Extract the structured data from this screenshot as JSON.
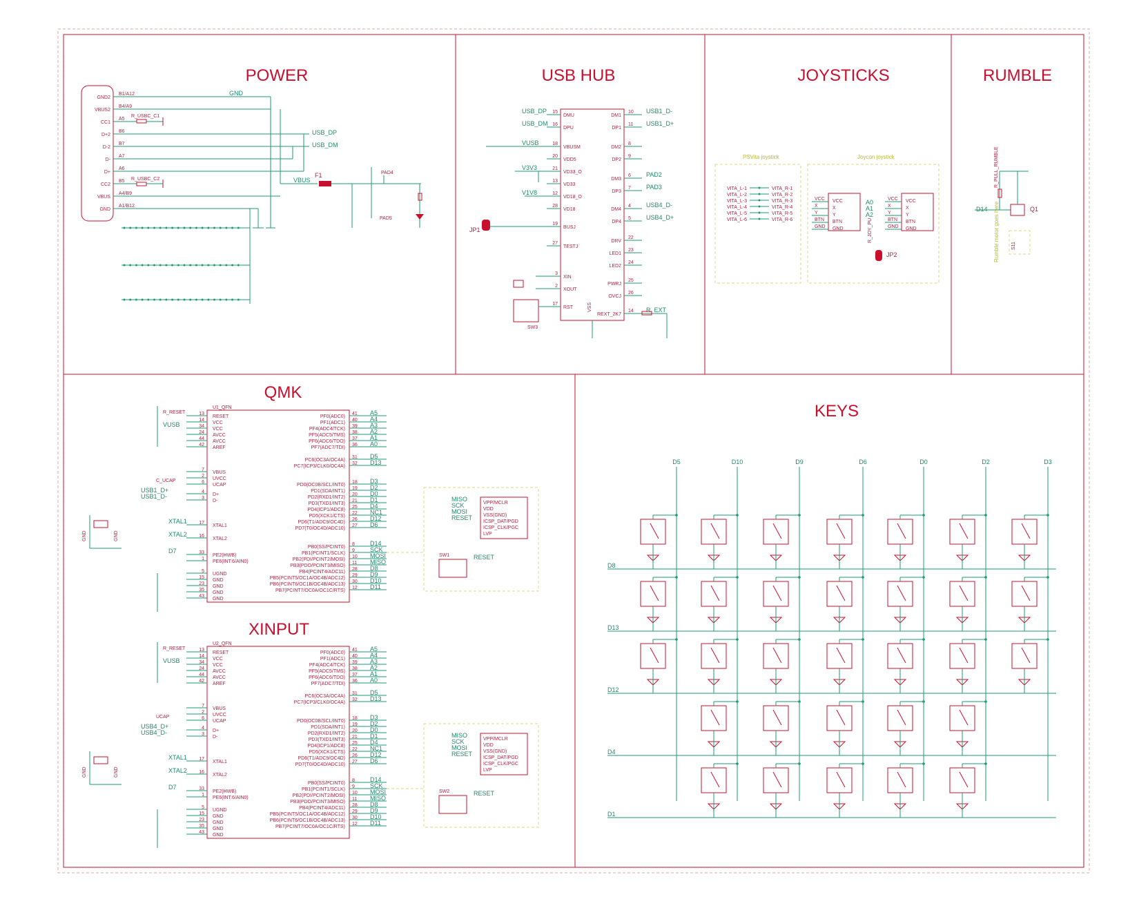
{
  "sections": {
    "power": "POWER",
    "usb_hub": "USB HUB",
    "joysticks": "JOYSTICKS",
    "rumble": "RUMBLE",
    "qmk": "QMK",
    "xinput": "XINPUT",
    "keys": "KEYS"
  },
  "power": {
    "connector_pins": [
      "GND2",
      "VBUS2",
      "CC1",
      "D+2",
      "D-2",
      "D-",
      "D+",
      "CC2",
      "VBUS",
      "GND"
    ],
    "connector_pads": [
      "B1/A12",
      "B4/A9",
      "A5",
      "B6",
      "B7",
      "A7",
      "A6",
      "B5",
      "A4/B9",
      "A1/B12"
    ],
    "nets": {
      "gnd": "GND",
      "usb_dp": "USB_DP",
      "usb_dm": "USB_DM",
      "vbus": "VBUS"
    },
    "fuse": "F1",
    "pad4": "PAD4",
    "pad5": "PAD5",
    "r_usbc_c1": "R_USBC_C1",
    "r_usbc_c2": "R_USBC_C2"
  },
  "usb_hub": {
    "left_pins": [
      {
        "num": "15",
        "name": "DMU",
        "net": "USB_DP"
      },
      {
        "num": "16",
        "name": "DPU",
        "net": "USB_DM"
      },
      {
        "num": "18",
        "name": "VBUSM",
        "net": "VUSB"
      },
      {
        "num": "20",
        "name": "VDD5",
        "net": ""
      },
      {
        "num": "21",
        "name": "VD33_O",
        "net": "V3V3"
      },
      {
        "num": "13",
        "name": "VD33",
        "net": ""
      },
      {
        "num": "12",
        "name": "VD18_O",
        "net": "V1V8"
      },
      {
        "num": "28",
        "name": "VD18",
        "net": ""
      },
      {
        "num": "19",
        "name": "BUSJ",
        "net": ""
      },
      {
        "num": "27",
        "name": "TESTJ",
        "net": ""
      },
      {
        "num": "3",
        "name": "XIN",
        "net": ""
      },
      {
        "num": "2",
        "name": "XOUT",
        "net": ""
      },
      {
        "num": "17",
        "name": "RST",
        "net": ""
      }
    ],
    "right_pins": [
      {
        "num": "10",
        "name": "DM1",
        "net": "USB1_D-"
      },
      {
        "num": "11",
        "name": "DP1",
        "net": "USB1_D+"
      },
      {
        "num": "8",
        "name": "DM2",
        "net": ""
      },
      {
        "num": "9",
        "name": "DP2",
        "net": ""
      },
      {
        "num": "6",
        "name": "DM3",
        "net": "PAD2"
      },
      {
        "num": "7",
        "name": "DP3",
        "net": "PAD3"
      },
      {
        "num": "4",
        "name": "DM4",
        "net": "USB4_D-"
      },
      {
        "num": "5",
        "name": "DP4",
        "net": "USB4_D+"
      },
      {
        "num": "22",
        "name": "DRV",
        "net": ""
      },
      {
        "num": "23",
        "name": "LED1",
        "net": ""
      },
      {
        "num": "24",
        "name": "LED2",
        "net": ""
      },
      {
        "num": "25",
        "name": "PWRJ",
        "net": ""
      },
      {
        "num": "26",
        "name": "OVCJ",
        "net": ""
      },
      {
        "num": "14",
        "name": "REXT_2K7",
        "net": "R_EXT"
      }
    ],
    "vss": "VSS",
    "jp1": "JP1",
    "sw3": "SW3"
  },
  "joysticks": {
    "psvita_label": "PSVita joystick",
    "joycon_label": "Joycon joystick",
    "vita_left": [
      "VITA_L-1",
      "VITA_L-2",
      "VITA_L-3",
      "VITA_L-4",
      "VITA_L-5",
      "VITA_L-6"
    ],
    "vita_right": [
      "VITA_R-1",
      "VITA_R-2",
      "VITA_R-3",
      "VITA_R-4",
      "VITA_R-5",
      "VITA_R-6"
    ],
    "joy_pins": [
      "VCC",
      "X",
      "Y",
      "BTN",
      "GND"
    ],
    "nets": [
      "A0",
      "A1",
      "A2"
    ],
    "jp2": "JP2",
    "r_joy_pu": "R_JOY_PU"
  },
  "rumble": {
    "q1": "Q1",
    "d14": "D14",
    "r_pull": "R_PULL_RUMBLE",
    "s11": "S11",
    "note": "Rumble motor goes here"
  },
  "mcu": {
    "chip_qmk": "U1_QFN",
    "chip_xin": "U2_QFN",
    "left_pins": [
      {
        "num": "13",
        "name": "RESET"
      },
      {
        "num": "14",
        "name": "VCC"
      },
      {
        "num": "34",
        "name": "VCC"
      },
      {
        "num": "24",
        "name": "AVCC"
      },
      {
        "num": "44",
        "name": "AVCC"
      },
      {
        "num": "42",
        "name": "AREF"
      },
      {
        "num": "7",
        "name": "VBUS"
      },
      {
        "num": "2",
        "name": "UVCC"
      },
      {
        "num": "6",
        "name": "UCAP"
      },
      {
        "num": "4",
        "name": "D+"
      },
      {
        "num": "3",
        "name": "D-"
      },
      {
        "num": "17",
        "name": "XTAL1"
      },
      {
        "num": "16",
        "name": "XTAL2"
      },
      {
        "num": "33",
        "name": "PE2(HWB)"
      },
      {
        "num": "1",
        "name": "PE6(INT.6/AIN0)"
      },
      {
        "num": "5",
        "name": "UGND"
      },
      {
        "num": "15",
        "name": "GND"
      },
      {
        "num": "23",
        "name": "GND"
      },
      {
        "num": "35",
        "name": "GND"
      },
      {
        "num": "43",
        "name": "GND"
      }
    ],
    "right_pins": [
      {
        "num": "41",
        "name": "PF0(ADC0)",
        "net": "A5"
      },
      {
        "num": "40",
        "name": "PF1(ADC1)",
        "net": "A4"
      },
      {
        "num": "39",
        "name": "PF4(ADC4/TCK)",
        "net": "A3"
      },
      {
        "num": "38",
        "name": "PF5(ADC5/TMS)",
        "net": "A2"
      },
      {
        "num": "37",
        "name": "PF6(ADC6/TDO)",
        "net": "A1"
      },
      {
        "num": "36",
        "name": "PF7(ADC7/TDI)",
        "net": "A0"
      },
      {
        "num": "31",
        "name": "PC6(OC3A/OC4A)",
        "net": "D5"
      },
      {
        "num": "32",
        "name": "PC7(ICP3/CLK0/OC4A)",
        "net": "D13"
      },
      {
        "num": "18",
        "name": "PD0(OC0B/SCL/INT0)",
        "net": "D3"
      },
      {
        "num": "19",
        "name": "PD1(SDA/INT1)",
        "net": "D2"
      },
      {
        "num": "20",
        "name": "PD2(RXD1/INT2)",
        "net": "D0"
      },
      {
        "num": "21",
        "name": "PD3(TXD1/INT3)",
        "net": "D1"
      },
      {
        "num": "25",
        "name": "PD4(ICP1/ADC8)",
        "net": "D4"
      },
      {
        "num": "22",
        "name": "PD5(XCK1/CTS)",
        "net": "NC1"
      },
      {
        "num": "26",
        "name": "PD6(T1/ADC9/OC4D)",
        "net": "D12"
      },
      {
        "num": "27",
        "name": "PD7(T0/OC4D/ADC10)",
        "net": "D6"
      },
      {
        "num": "8",
        "name": "PB0(SS/PCINT0)",
        "net": "D14"
      },
      {
        "num": "9",
        "name": "PB1(PCINT1/SCLK)",
        "net": "SCK"
      },
      {
        "num": "10",
        "name": "PB2(PDI/PCINT2/MOSI)",
        "net": "MOSI"
      },
      {
        "num": "11",
        "name": "PB3(PDO/PCINT3/MISO)",
        "net": "MISO"
      },
      {
        "num": "28",
        "name": "PB4(PCINT4/ADC11)",
        "net": "D8"
      },
      {
        "num": "29",
        "name": "PB5(PCINT5/OC1A/OC4B/ADC12)",
        "net": "D9"
      },
      {
        "num": "30",
        "name": "PB6(PCINT6/OC1B/OC4B/ADC13)",
        "net": "D10"
      },
      {
        "num": "12",
        "name": "PB7(PCINT7/OC0A/OC1C/RTS)",
        "net": "D11"
      }
    ],
    "left_nets_qmk": {
      "reset": "R_RESET",
      "vusb": "VUSB",
      "ucap": "C_UCAP",
      "dp": "USB1_D+",
      "dm": "USB1_D-",
      "xtal1": "XTAL1",
      "xtal2": "XTAL2",
      "d7": "D7",
      "gnd": "GND"
    },
    "left_nets_xin": {
      "reset": "R_RESET",
      "vusb": "VUSB",
      "ucap": "UCAP",
      "dp": "USB4_D+",
      "dm": "USB4_D-",
      "xtal1": "XTAL1",
      "xtal2": "XTAL2",
      "d7": "D7",
      "gnd": "GND"
    },
    "icsp_pins": [
      "VPP/MCLR",
      "VDD",
      "VSS(GND)",
      "ICSP_DAT/PGD",
      "ICSP_CLK/PGC",
      "LVP"
    ],
    "icsp_nets": [
      "MISO",
      "SCK",
      "MOSI",
      "RESET"
    ],
    "sw1": "SW1",
    "sw2": "SW2",
    "reset": "RESET"
  },
  "keys": {
    "columns": [
      "D5",
      "D10",
      "D9",
      "D6",
      "D0",
      "D2",
      "D3"
    ],
    "rows": [
      "D8",
      "D13",
      "D12",
      "D4",
      "D1"
    ]
  }
}
